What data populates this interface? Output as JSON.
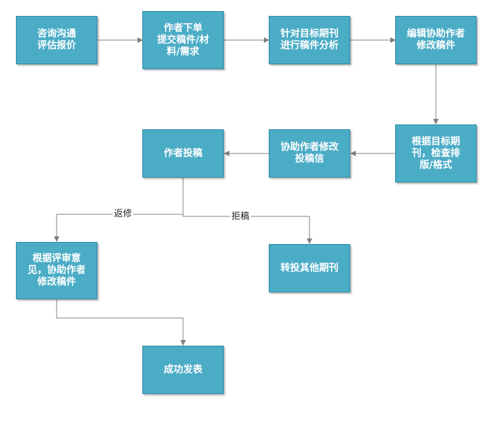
{
  "diagram": {
    "nodes": {
      "consult": "咨询沟通\n评估报价",
      "submit": "作者下单\n提交稿件/材\n料/需求",
      "analyze": "针对目标期刊\n进行稿件分析",
      "edit": "编辑协助作者\n修改稿件",
      "format": "根据目标期\n刊，检查排\n版/格式",
      "cover_letter": "协助作者修改\n投稿信",
      "author_submit": "作者投稿",
      "revise": "根据评审意\n见，协助作者\n修改稿件",
      "transfer": "转投其他期刊",
      "publish": "成功发表"
    },
    "edge_labels": {
      "revision": "返修",
      "rejection": "拒稿"
    }
  },
  "colors": {
    "node_fill": "#4bacc6",
    "node_border": "#2f8aa3",
    "connector": "#7f7f7f",
    "text": "#ffffff"
  }
}
